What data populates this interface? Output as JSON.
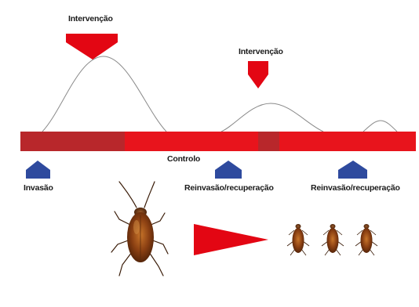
{
  "labels": {
    "intervention_1": "Intervenção",
    "intervention_2": "Intervenção",
    "control": "Controlo",
    "invasion": "Invasão",
    "reinvasion_1": "Reinvasão/recuperação",
    "reinvasion_2": "Reinvasão/recuperação"
  },
  "colors": {
    "bar_bright": "#e8141c",
    "bar_dark": "#b8272b",
    "intervention_marker": "#e30613",
    "event_marker": "#2e4a9e",
    "curve": "#8a8a8a",
    "decrease_wedge": "#e30613"
  },
  "icons": {
    "large_cockroach": "cockroach-large-icon",
    "small_cockroach": "cockroach-small-icon"
  }
}
